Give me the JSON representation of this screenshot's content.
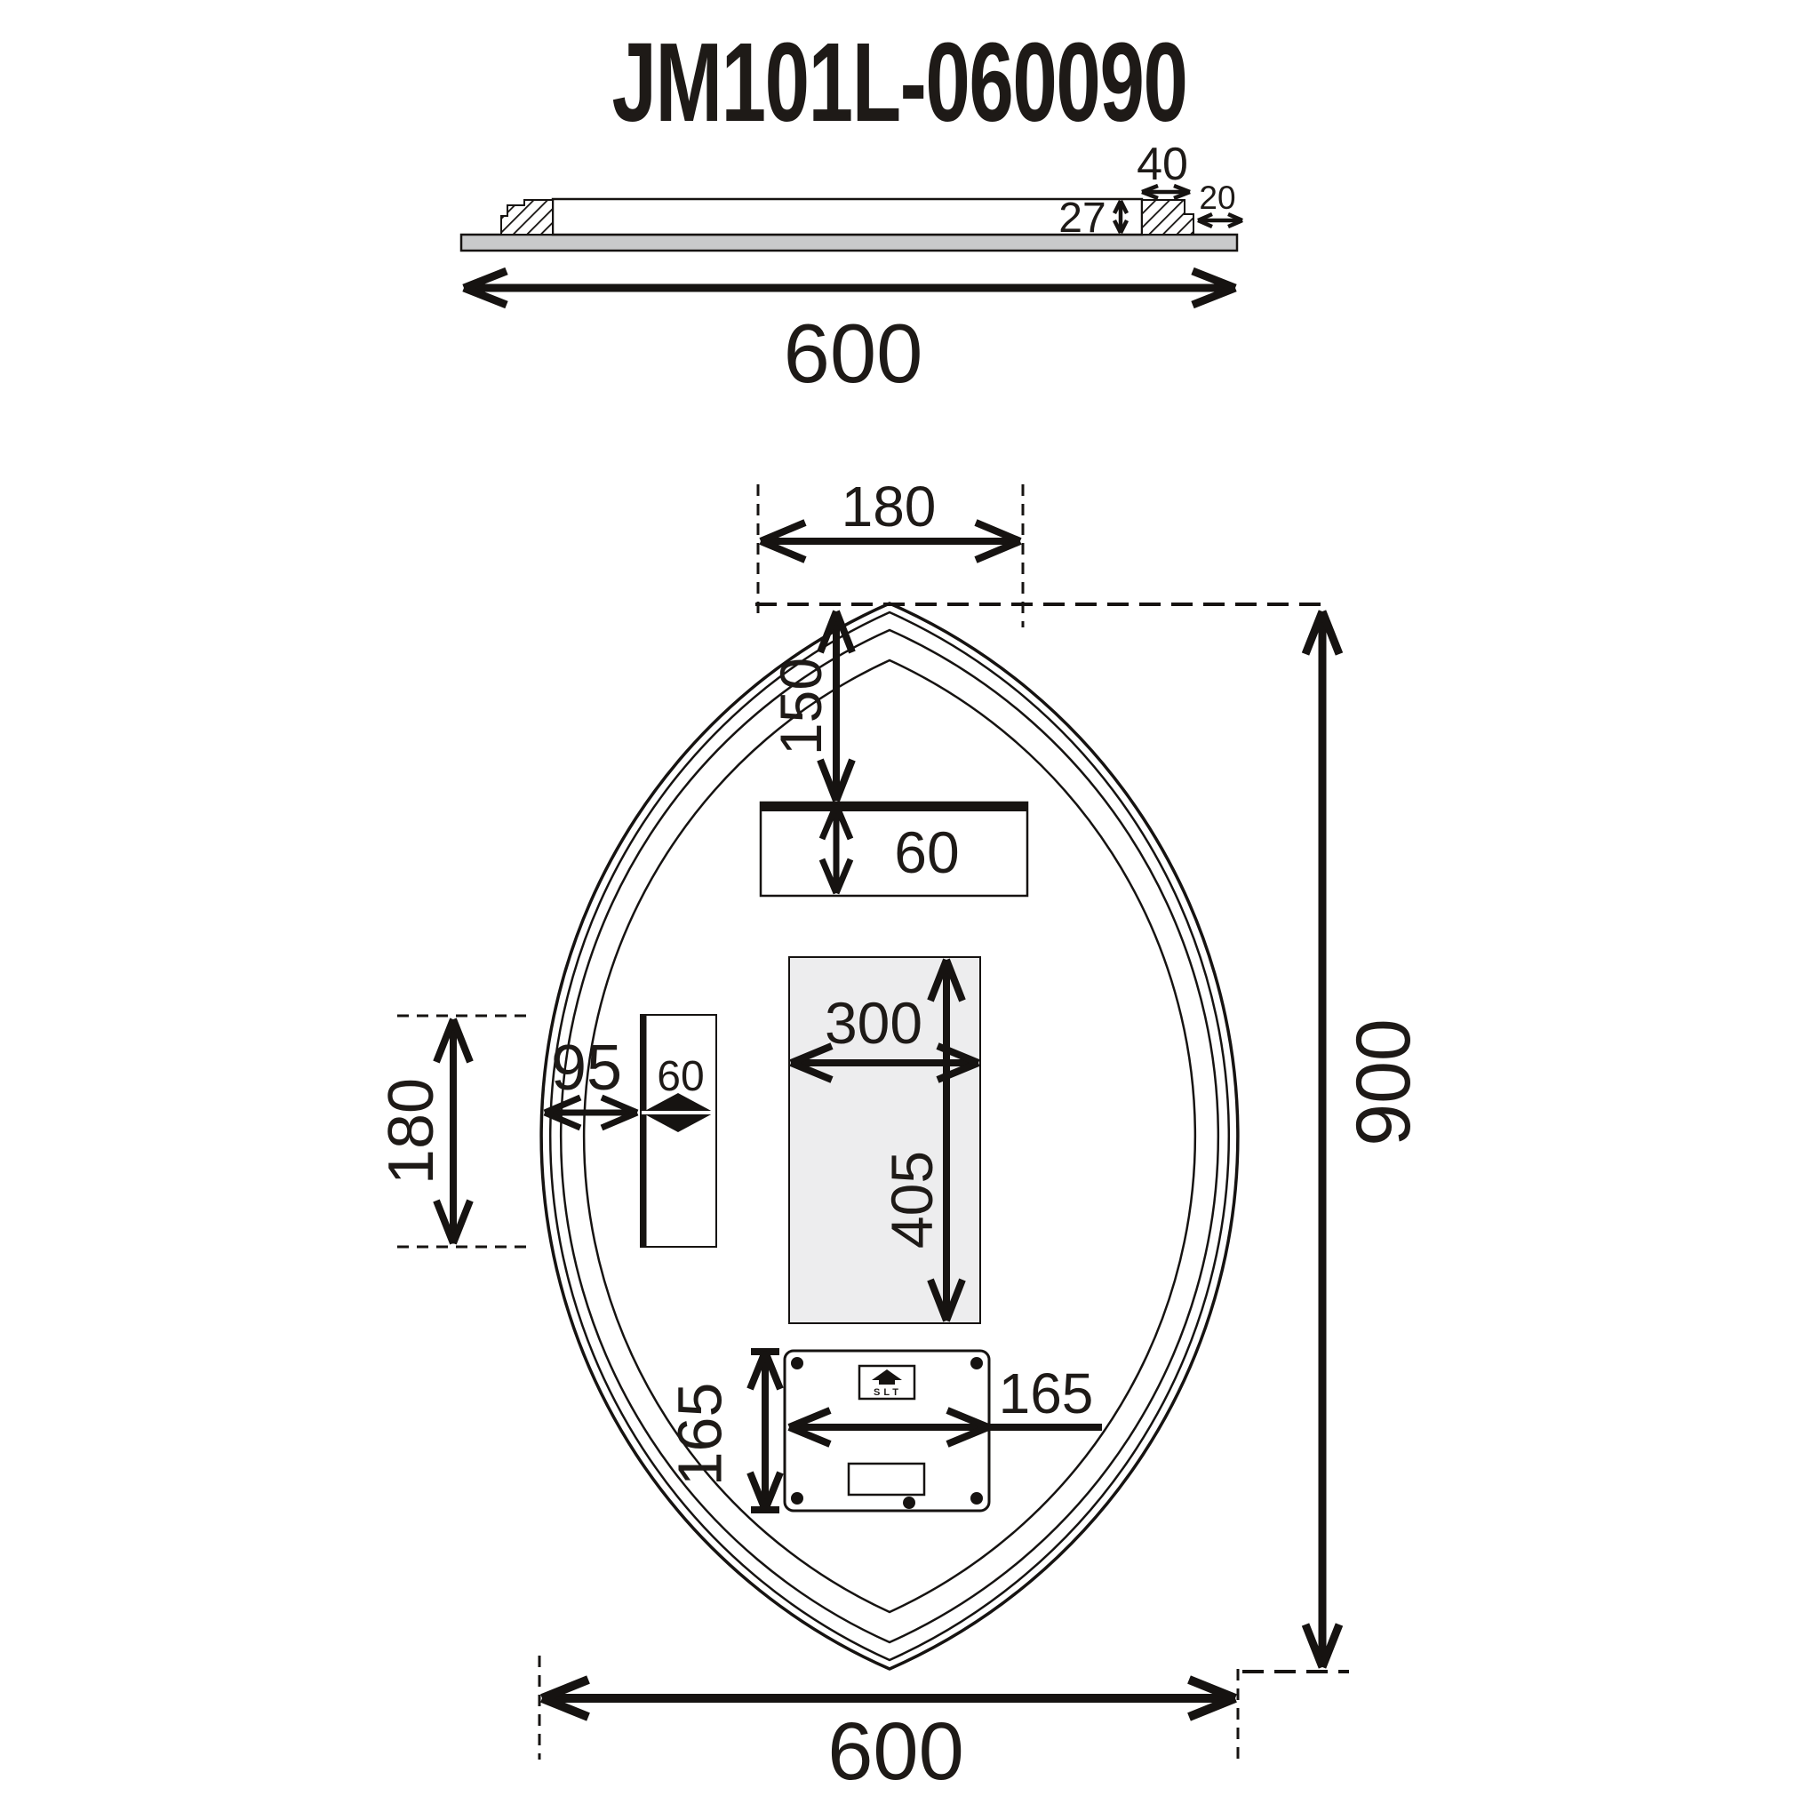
{
  "title": "JM101L-060090",
  "side_view": {
    "overall_width": "600",
    "lip_width": "40",
    "thickness": "27",
    "lip_return": "20"
  },
  "front_view": {
    "top_width": "180",
    "tip_offset": "150",
    "lightbar_height": "60",
    "panel_width": "300",
    "panel_height": "405",
    "strip_offset": "95",
    "strip_width": "60",
    "strip_span": "180",
    "box_height": "165",
    "box_width": "165",
    "overall_height": "900",
    "overall_width": "600",
    "box_logo": "SLT"
  }
}
